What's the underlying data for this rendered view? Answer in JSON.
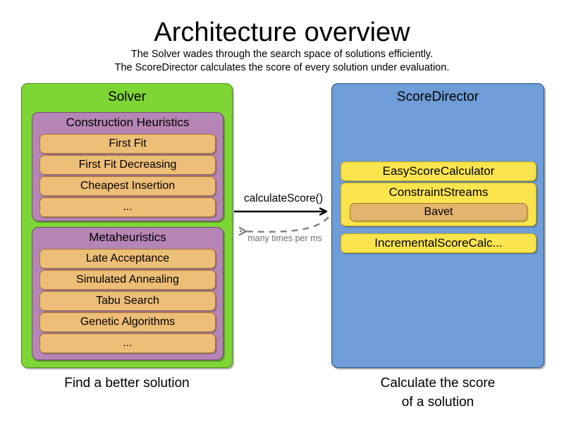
{
  "header": {
    "title": "Architecture overview",
    "subtitle_lines": [
      "The Solver wades through the search space of solutions efficiently.",
      "The ScoreDirector calculates the score of every solution under evaluation."
    ]
  },
  "colors": {
    "solver_panel": "#7ED635",
    "solver_panel_border": "#4E9214",
    "group_box": "#B585B5",
    "group_box_border": "#6F4A6F",
    "item_box": "#EDBE78",
    "item_box_border": "#A8762A",
    "scoredirector_panel": "#6E9DD7",
    "scoredirector_panel_border": "#2D4F80",
    "calculator_box": "#FBE44D",
    "calculator_box_border": "#C9A712",
    "bavet_box": "#E3B46E",
    "arrow_solid": "#000000",
    "arrow_dashed": "#808080"
  },
  "solver": {
    "title": "Solver",
    "groups": [
      {
        "name": "construction-heuristics",
        "title": "Construction Heuristics",
        "items": [
          "First Fit",
          "First Fit Decreasing",
          "Cheapest Insertion",
          "..."
        ]
      },
      {
        "name": "metaheuristics",
        "title": "Metaheuristics",
        "items": [
          "Late Acceptance",
          "Simulated Annealing",
          "Tabu Search",
          "Genetic Algorithms",
          "..."
        ]
      }
    ],
    "caption": "Find a better solution"
  },
  "scoredirector": {
    "title": "ScoreDirector",
    "calculators": [
      {
        "name": "easy-score-calculator",
        "label": "EasyScoreCalculator"
      },
      {
        "name": "constraint-streams",
        "label": "ConstraintStreams",
        "child": {
          "name": "bavet",
          "label": "Bavet"
        }
      },
      {
        "name": "incremental-score-calculator",
        "label": "IncrementalScoreCalc..."
      }
    ],
    "caption_lines": [
      "Calculate the score",
      "of a solution"
    ]
  },
  "arrows": [
    {
      "name": "calculate-score-arrow",
      "label": "calculateScore()",
      "direction": "right",
      "style": "solid"
    },
    {
      "name": "many-times-per-ms-arrow",
      "label": "many times per ms",
      "direction": "left",
      "style": "dashed"
    }
  ]
}
